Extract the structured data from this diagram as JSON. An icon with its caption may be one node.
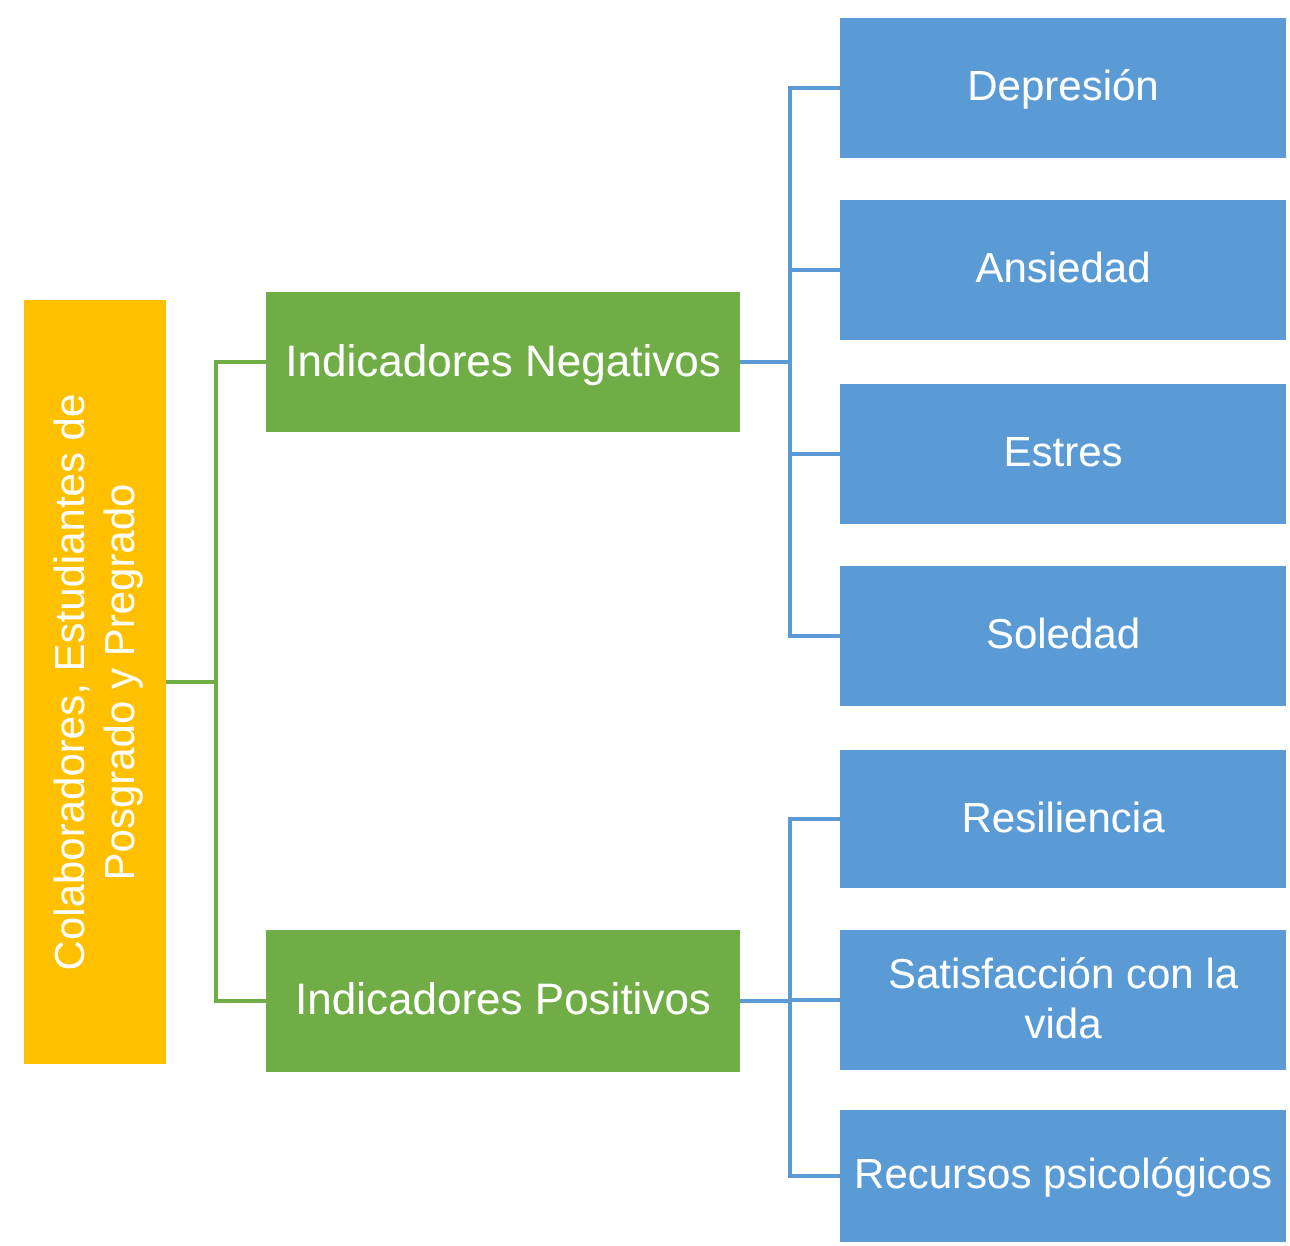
{
  "diagram": {
    "nodes": [
      {
        "text": [
          "Colaboradores, Estudiantes de Posgrado y Pregrado"
        ]
      },
      {
        "text": [
          "Indicadores Negativos"
        ]
      },
      {
        "text": [
          "Depresión"
        ]
      },
      {
        "text": [
          "Ansiedad"
        ]
      },
      {
        "text": [
          "Estres"
        ]
      },
      {
        "text": [
          "Soledad"
        ]
      },
      {
        "text": [
          "Indicadores Positivos"
        ]
      },
      {
        "text": [
          "Resiliencia"
        ]
      },
      {
        "text": [
          "Satisfacción con la vida"
        ]
      },
      {
        "text": [
          "Recursos psicológicos"
        ]
      }
    ],
    "edges": [
      {
        "from": 0,
        "to": 1,
        "arrow": "none",
        "color": "#70ad47"
      },
      {
        "from": 0,
        "to": 6,
        "arrow": "none",
        "color": "#70ad47"
      },
      {
        "from": 1,
        "to": 2,
        "arrow": "none"
      },
      {
        "from": 1,
        "to": 3,
        "arrow": "none"
      },
      {
        "from": 1,
        "to": 4,
        "arrow": "none"
      },
      {
        "from": 1,
        "to": 5,
        "arrow": "none"
      },
      {
        "from": 6,
        "to": 7,
        "arrow": "none"
      },
      {
        "from": 6,
        "to": 8,
        "arrow": "none"
      },
      {
        "from": 6,
        "to": 9,
        "arrow": "none"
      }
    ]
  }
}
